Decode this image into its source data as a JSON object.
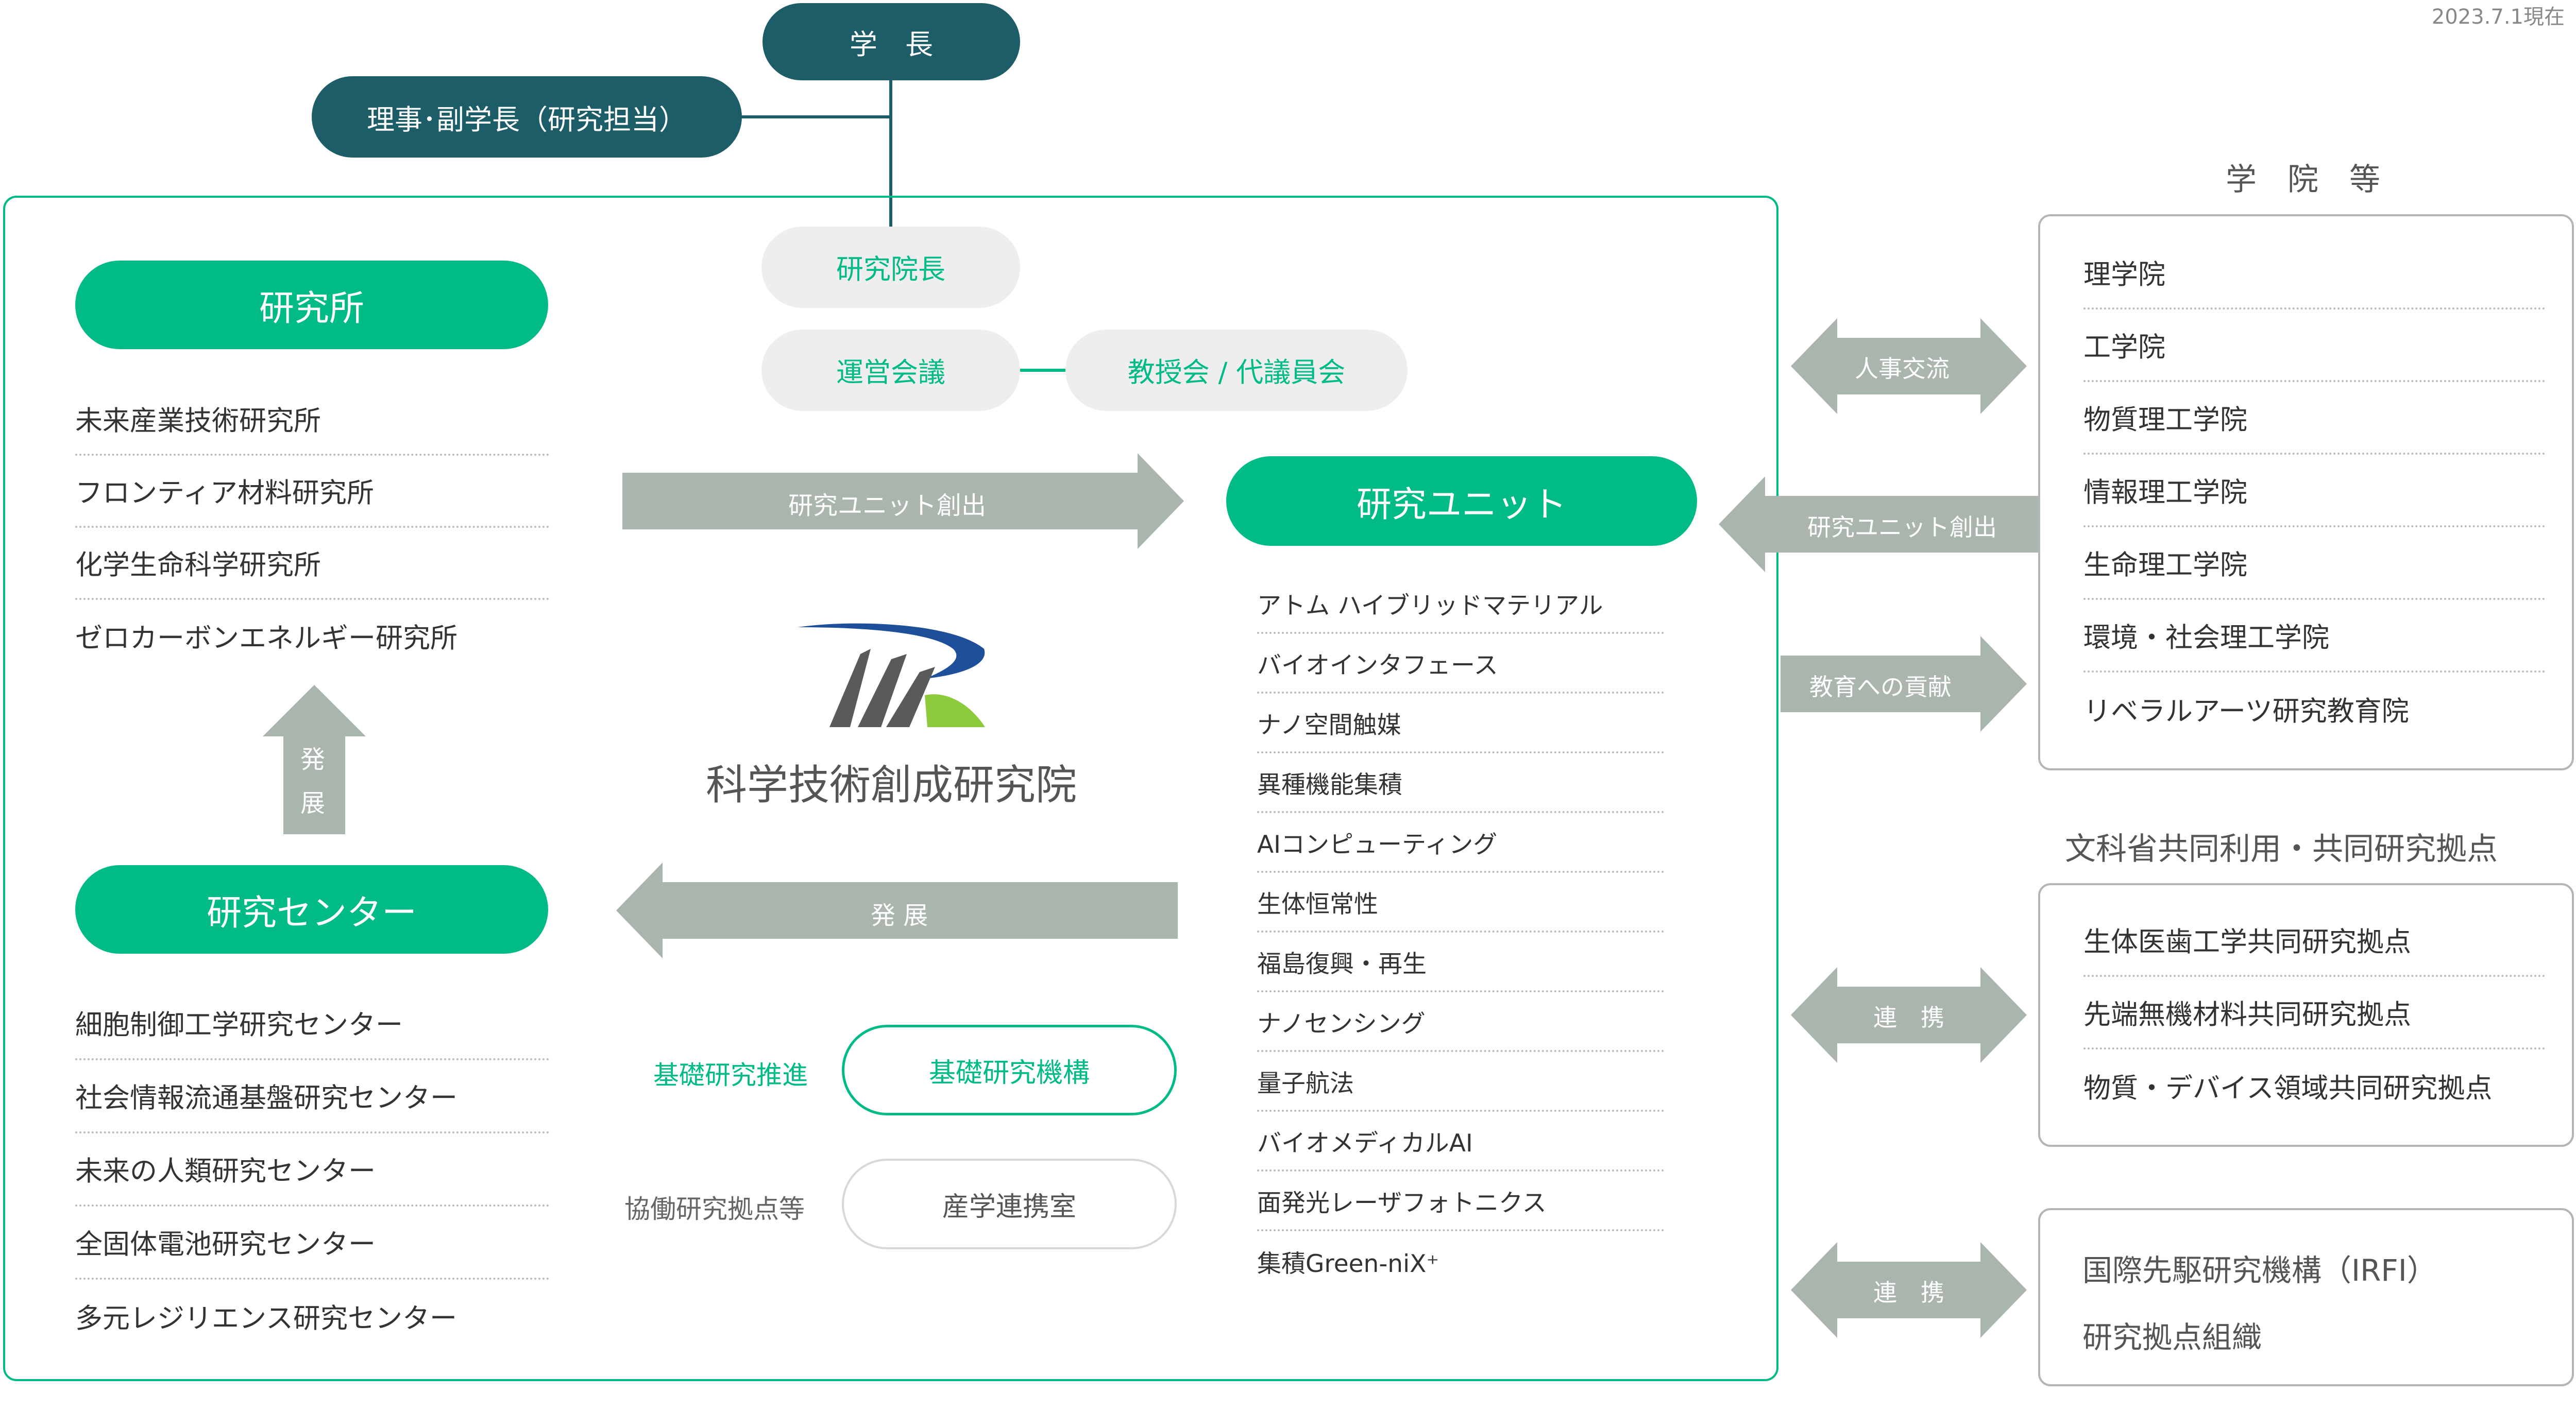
{
  "date_note": "2023.7.1現在",
  "top": {
    "president": "学　長",
    "vice_president": "理事･副学長（研究担当）"
  },
  "center": {
    "dean": "研究院長",
    "council": "運営会議",
    "faculty_meeting": "教授会 / 代議員会",
    "logo_name": "科学技術創成研究院",
    "create_unit_arrow": "研究ユニット創出",
    "develop_arrow": "発 展",
    "basic_research_label": "基礎研究推進",
    "basic_research_org": "基礎研究機構",
    "collab_label": "協働研究拠点等",
    "industry_office": "産学連携室"
  },
  "institutes": {
    "title": "研究所",
    "items": [
      "未来産業技術研究所",
      "フロンティア材料研究所",
      "化学生命科学研究所",
      "ゼロカーボンエネルギー研究所"
    ],
    "up_arrow": [
      "発",
      "展"
    ]
  },
  "centers": {
    "title": "研究センター",
    "items": [
      "細胞制御工学研究センター",
      "社会情報流通基盤研究センター",
      "未来の人類研究センター",
      "全固体電池研究センター",
      "多元レジリエンス研究センター"
    ]
  },
  "units": {
    "title": "研究ユニット",
    "items": [
      "アトム ハイブリッドマテリアル",
      "バイオインタフェース",
      "ナノ空間触媒",
      "異種機能集積",
      "AIコンピューティング",
      "生体恒常性",
      "福島復興・再生",
      "ナノセンシング",
      "量子航法",
      "バイオメディカルAI",
      "面発光レーザフォトニクス",
      "集積Green-niX⁺"
    ]
  },
  "right_arrows": {
    "personnel": "人事交流",
    "create_unit": "研究ユニット創出",
    "education": "教育への貢献",
    "collab1": "連　携",
    "collab2": "連　携"
  },
  "schools": {
    "title": "学　院　等",
    "items": [
      "理学院",
      "工学院",
      "物質理工学院",
      "情報理工学院",
      "生命理工学院",
      "環境・社会理工学院",
      "リベラルアーツ研究教育院"
    ]
  },
  "joint": {
    "title": "文科省共同利用・共同研究拠点",
    "items": [
      "生体医歯工学共同研究拠点",
      "先端無機材料共同研究拠点",
      "物質・デバイス領域共同研究拠点"
    ]
  },
  "irfi": {
    "items": [
      "国際先駆研究機構（IRFI）",
      "研究拠点組織"
    ]
  },
  "colors": {
    "dark_teal": "#1d5d68",
    "green": "#00bb85",
    "arrow_gray": "#a9b5ad",
    "pill_gray": "#eeeeee"
  }
}
